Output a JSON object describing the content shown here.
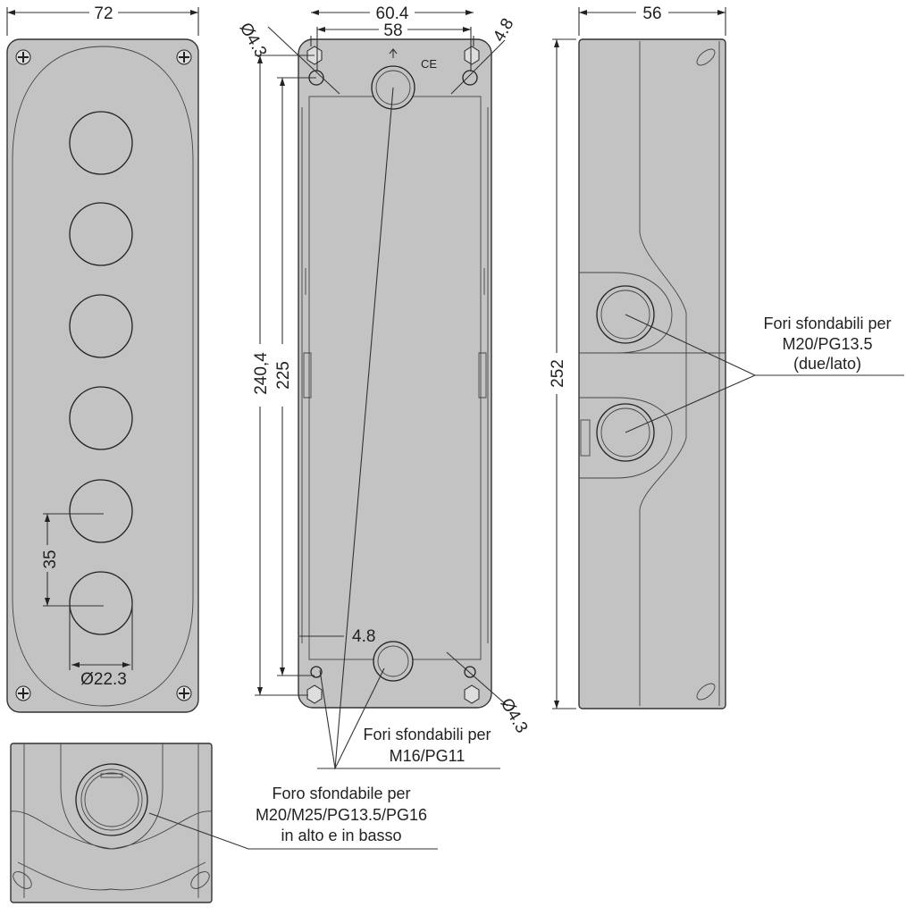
{
  "front_view": {
    "width_dim": "72",
    "pitch_dim": "35",
    "hole_dia_dim": "Ø22.3",
    "hole_count": 6
  },
  "back_view": {
    "outer_width_dim": "60.4",
    "inner_width_dim": "58",
    "hole_dia_dim_top": "Ø4.3",
    "hole_dia_dim_bottom": "Ø4.3",
    "slot_dim_top": "4.8",
    "slot_dim_bottom": "4.8",
    "outer_height_dim": "240,4",
    "inner_height_dim": "225",
    "ce_mark": "CE",
    "note_line1": "Fori sfondabili per",
    "note_line2": "M16/PG11"
  },
  "side_view": {
    "width_dim": "56",
    "height_dim": "252",
    "note_line1": "Fori sfondabili per",
    "note_line2": "M20/PG13.5",
    "note_line3": "(due/lato)"
  },
  "end_view": {
    "note_line1": "Foro sfondabile per",
    "note_line2": "M20/M25/PG13.5/PG16",
    "note_line3": "in alto e in basso"
  }
}
